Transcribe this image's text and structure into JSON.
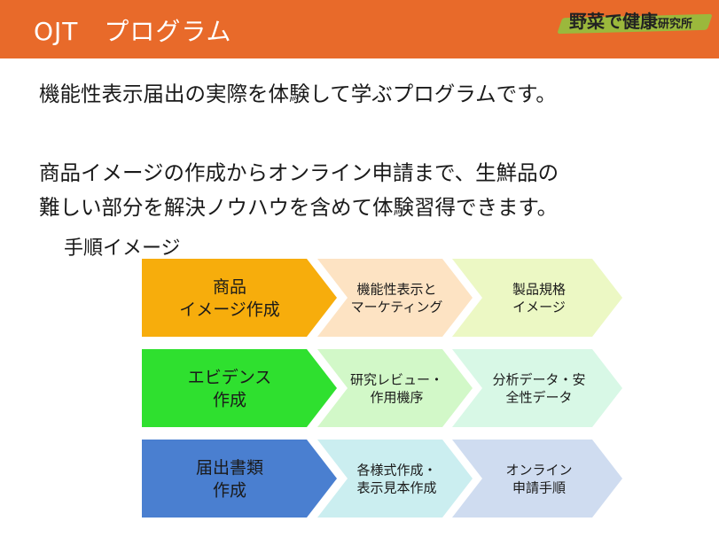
{
  "header": {
    "title": "OJT　プログラム",
    "bg_color": "#e86a2a"
  },
  "logo": {
    "big_text": "野菜で健康",
    "small_text": "研究所",
    "brush_color": "#8dc63f"
  },
  "intro": {
    "line1": "機能性表示届出の実際を体験して学ぶプログラムです。",
    "line2": "商品イメージの作成からオンライン申請まで、生鮮品の",
    "line3": "難しい部分を解決ノウハウを含めて体験習得できます。",
    "steps_label": "手順イメージ"
  },
  "flow": [
    {
      "main": {
        "lines": [
          "商品",
          "イメージ作成"
        ],
        "color": "#f7ad0c"
      },
      "sub": [
        {
          "lines": [
            "機能性表示と",
            "マーケティング"
          ],
          "color": "#fde3c3"
        },
        {
          "lines": [
            "製品規格",
            "イメージ"
          ],
          "color": "#ecf8c4"
        }
      ]
    },
    {
      "main": {
        "lines": [
          "エビデンス",
          "作成"
        ],
        "color": "#2fe02f"
      },
      "sub": [
        {
          "lines": [
            "研究レビュー・",
            "作用機序"
          ],
          "color": "#d2f8c8"
        },
        {
          "lines": [
            "分析データ・安",
            "全性データ"
          ],
          "color": "#d8f8e6"
        }
      ]
    },
    {
      "main": {
        "lines": [
          "届出書類",
          "作成"
        ],
        "color": "#4a7fd0"
      },
      "sub": [
        {
          "lines": [
            "各様式作成・",
            "表示見本作成"
          ],
          "color": "#cbeef0"
        },
        {
          "lines": [
            "オンライン",
            "申請手順"
          ],
          "color": "#cfdcf0"
        }
      ]
    }
  ]
}
